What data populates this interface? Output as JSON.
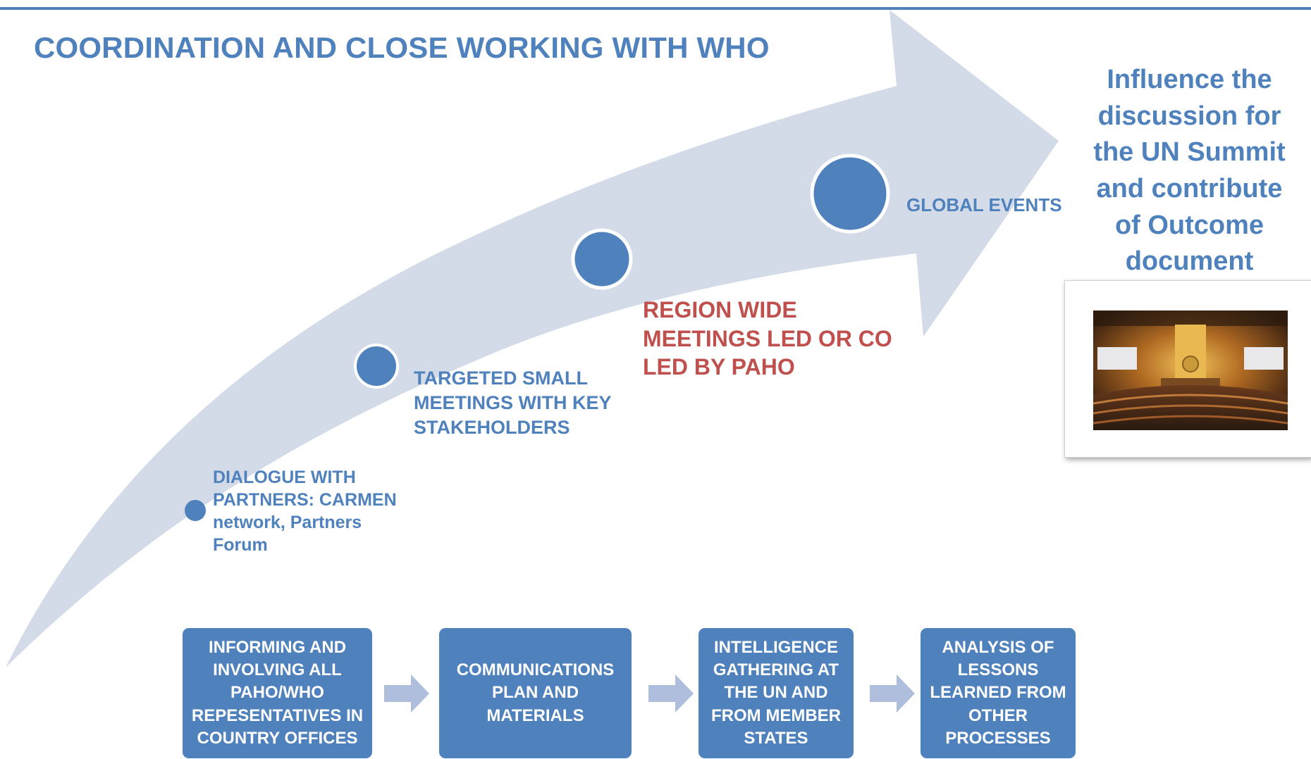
{
  "title": "COORDINATION AND CLOSE WORKING WITH WHO",
  "milestones": [
    {
      "label": "DIALOGUE WITH\nPARTNERS: CARMEN\nnetwork, Partners\nForum",
      "color": "#4f81bd"
    },
    {
      "label": "TARGETED SMALL\nMEETINGS WITH KEY\nSTAKEHOLDERS",
      "color": "#4f81bd"
    },
    {
      "label": "REGION WIDE\nMEETINGS LED OR CO\nLED BY PAHO",
      "color": "#c0504d"
    },
    {
      "label": "GLOBAL EVENTS",
      "color": "#4f81bd"
    }
  ],
  "outcome": "Influence the\ndiscussion for\nthe UN Summit\nand contribute\nof Outcome\ndocument",
  "process_steps": [
    "INFORMING AND\nINVOLVING ALL\nPAHO/WHO\nREPESENTATIVES IN\nCOUNTRY OFFICES",
    "COMMUNICATIONS\nPLAN AND\nMATERIALS",
    "INTELLIGENCE\nGATHERING AT\nTHE UN AND\nFROM MEMBER\nSTATES",
    "ANALYSIS OF\nLESSONS\nLEARNED FROM\nOTHER\nPROCESSES"
  ],
  "colors": {
    "accent": "#4f81bd",
    "highlight": "#c0504d",
    "arrow_fill": "#d3dae8",
    "step_arrow": "#aebedc"
  },
  "icons": {
    "milestone": "circle-marker",
    "connector": "right-arrow-icon",
    "photo": "un-general-assembly-hall-photo"
  }
}
